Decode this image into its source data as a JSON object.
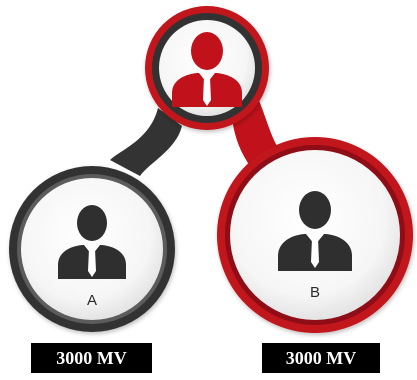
{
  "colors": {
    "dark_ring": "#333333",
    "red_ring": "#c1121b",
    "person_top": "#c1121b",
    "person_dark": "#2f2f2f",
    "badge_bg": "#000000",
    "badge_text": "#ffffff"
  },
  "nodes": {
    "top": {
      "icon": "person-icon",
      "label": ""
    },
    "a": {
      "icon": "person-icon",
      "label": "A"
    },
    "b": {
      "icon": "person-icon",
      "label": "B"
    }
  },
  "values": {
    "a": "3000 MV",
    "b": "3000 MV"
  }
}
